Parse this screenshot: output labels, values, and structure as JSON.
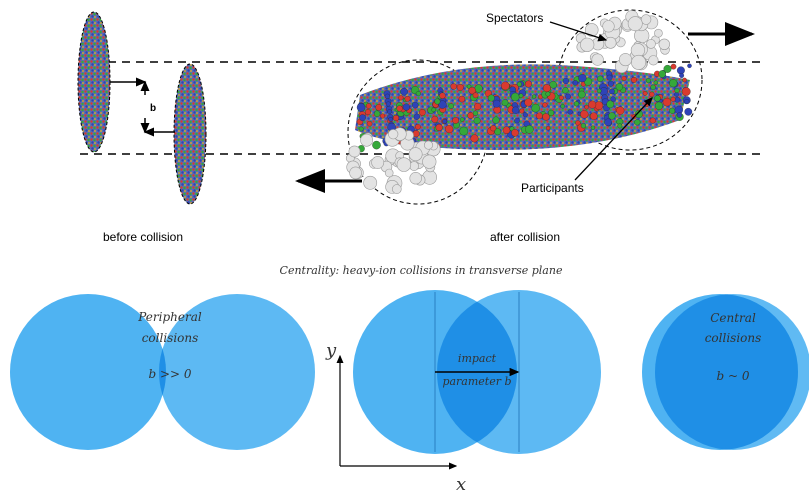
{
  "top": {
    "before_label": "before collision",
    "after_label": "after collision",
    "b_label": "b",
    "spectators_label": "Spectators",
    "participants_label": "Participants"
  },
  "caption": "Centrality: heavy-ion collisions in transverse plane",
  "panels": {
    "peripheral": {
      "line1": "Peripheral",
      "line2": "collisions",
      "value": "b >> 0"
    },
    "impact": {
      "line1": "impact",
      "line2": "parameter b"
    },
    "central": {
      "line1": "Central",
      "line2": "collisions",
      "value": "b ~ 0"
    }
  },
  "axes": {
    "x": "x",
    "y": "y"
  },
  "colors": {
    "circle_fill": "#4fb3f2",
    "overlap_fill": "#1f8fe6",
    "spectator": "#e3e3e3",
    "participant_red": "#d93a2f",
    "participant_green": "#35a83a",
    "participant_blue": "#2e43b8",
    "arrow": "#000000"
  }
}
